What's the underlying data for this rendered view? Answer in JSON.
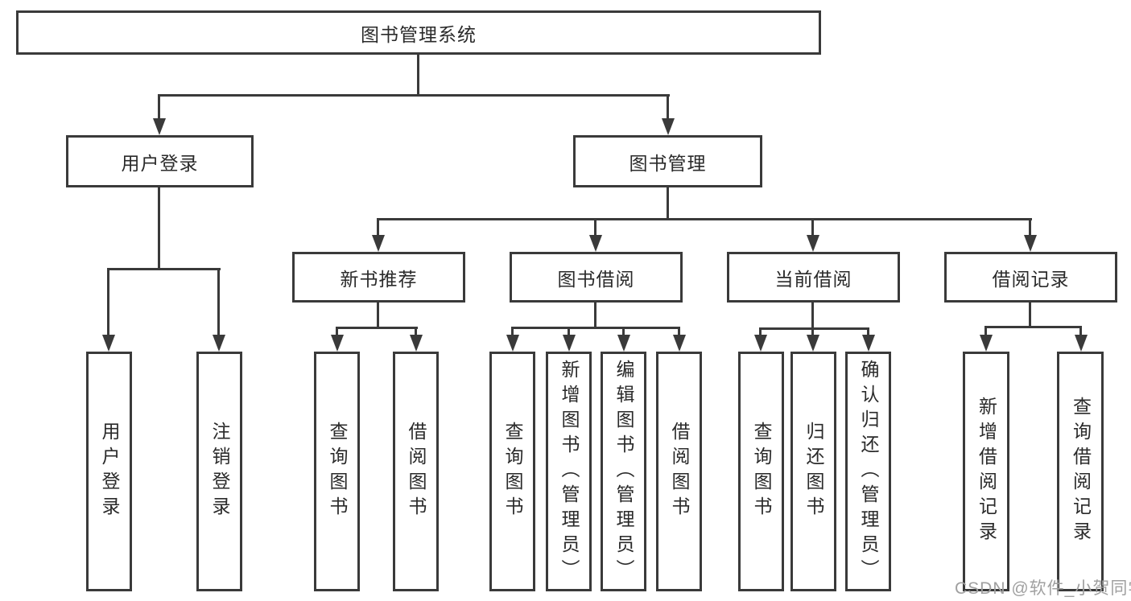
{
  "diagram": {
    "title": "图书管理系统",
    "level2": [
      {
        "label": "用户登录"
      },
      {
        "label": "图书管理"
      }
    ],
    "level3": [
      {
        "label": "新书推荐",
        "parent": "图书管理"
      },
      {
        "label": "图书借阅",
        "parent": "图书管理"
      },
      {
        "label": "当前借阅",
        "parent": "图书管理"
      },
      {
        "label": "借阅记录",
        "parent": "图书管理"
      }
    ],
    "leaves": [
      {
        "label": "用户登录",
        "parent": "用户登录"
      },
      {
        "label": "注销登录",
        "parent": "用户登录"
      },
      {
        "label": "查询图书",
        "parent": "新书推荐"
      },
      {
        "label": "借阅图书",
        "parent": "新书推荐"
      },
      {
        "label": "查询图书",
        "parent": "图书借阅"
      },
      {
        "label": "新增图书（管理员）",
        "parent": "图书借阅"
      },
      {
        "label": "编辑图书（管理员）",
        "parent": "图书借阅"
      },
      {
        "label": "借阅图书",
        "parent": "图书借阅"
      },
      {
        "label": "查询图书",
        "parent": "当前借阅"
      },
      {
        "label": "归还图书",
        "parent": "当前借阅"
      },
      {
        "label": "确认归还（管理员）",
        "parent": "当前借阅"
      },
      {
        "label": "新增借阅记录",
        "parent": "借阅记录"
      },
      {
        "label": "查询借阅记录",
        "parent": "借阅记录"
      }
    ]
  },
  "watermark": {
    "text": "CSDN @软件_小贺同学"
  },
  "colors": {
    "line": "#3a3a3a",
    "text": "#2a2a2a",
    "watermark": "#a0a0a0",
    "background": "#ffffff"
  }
}
